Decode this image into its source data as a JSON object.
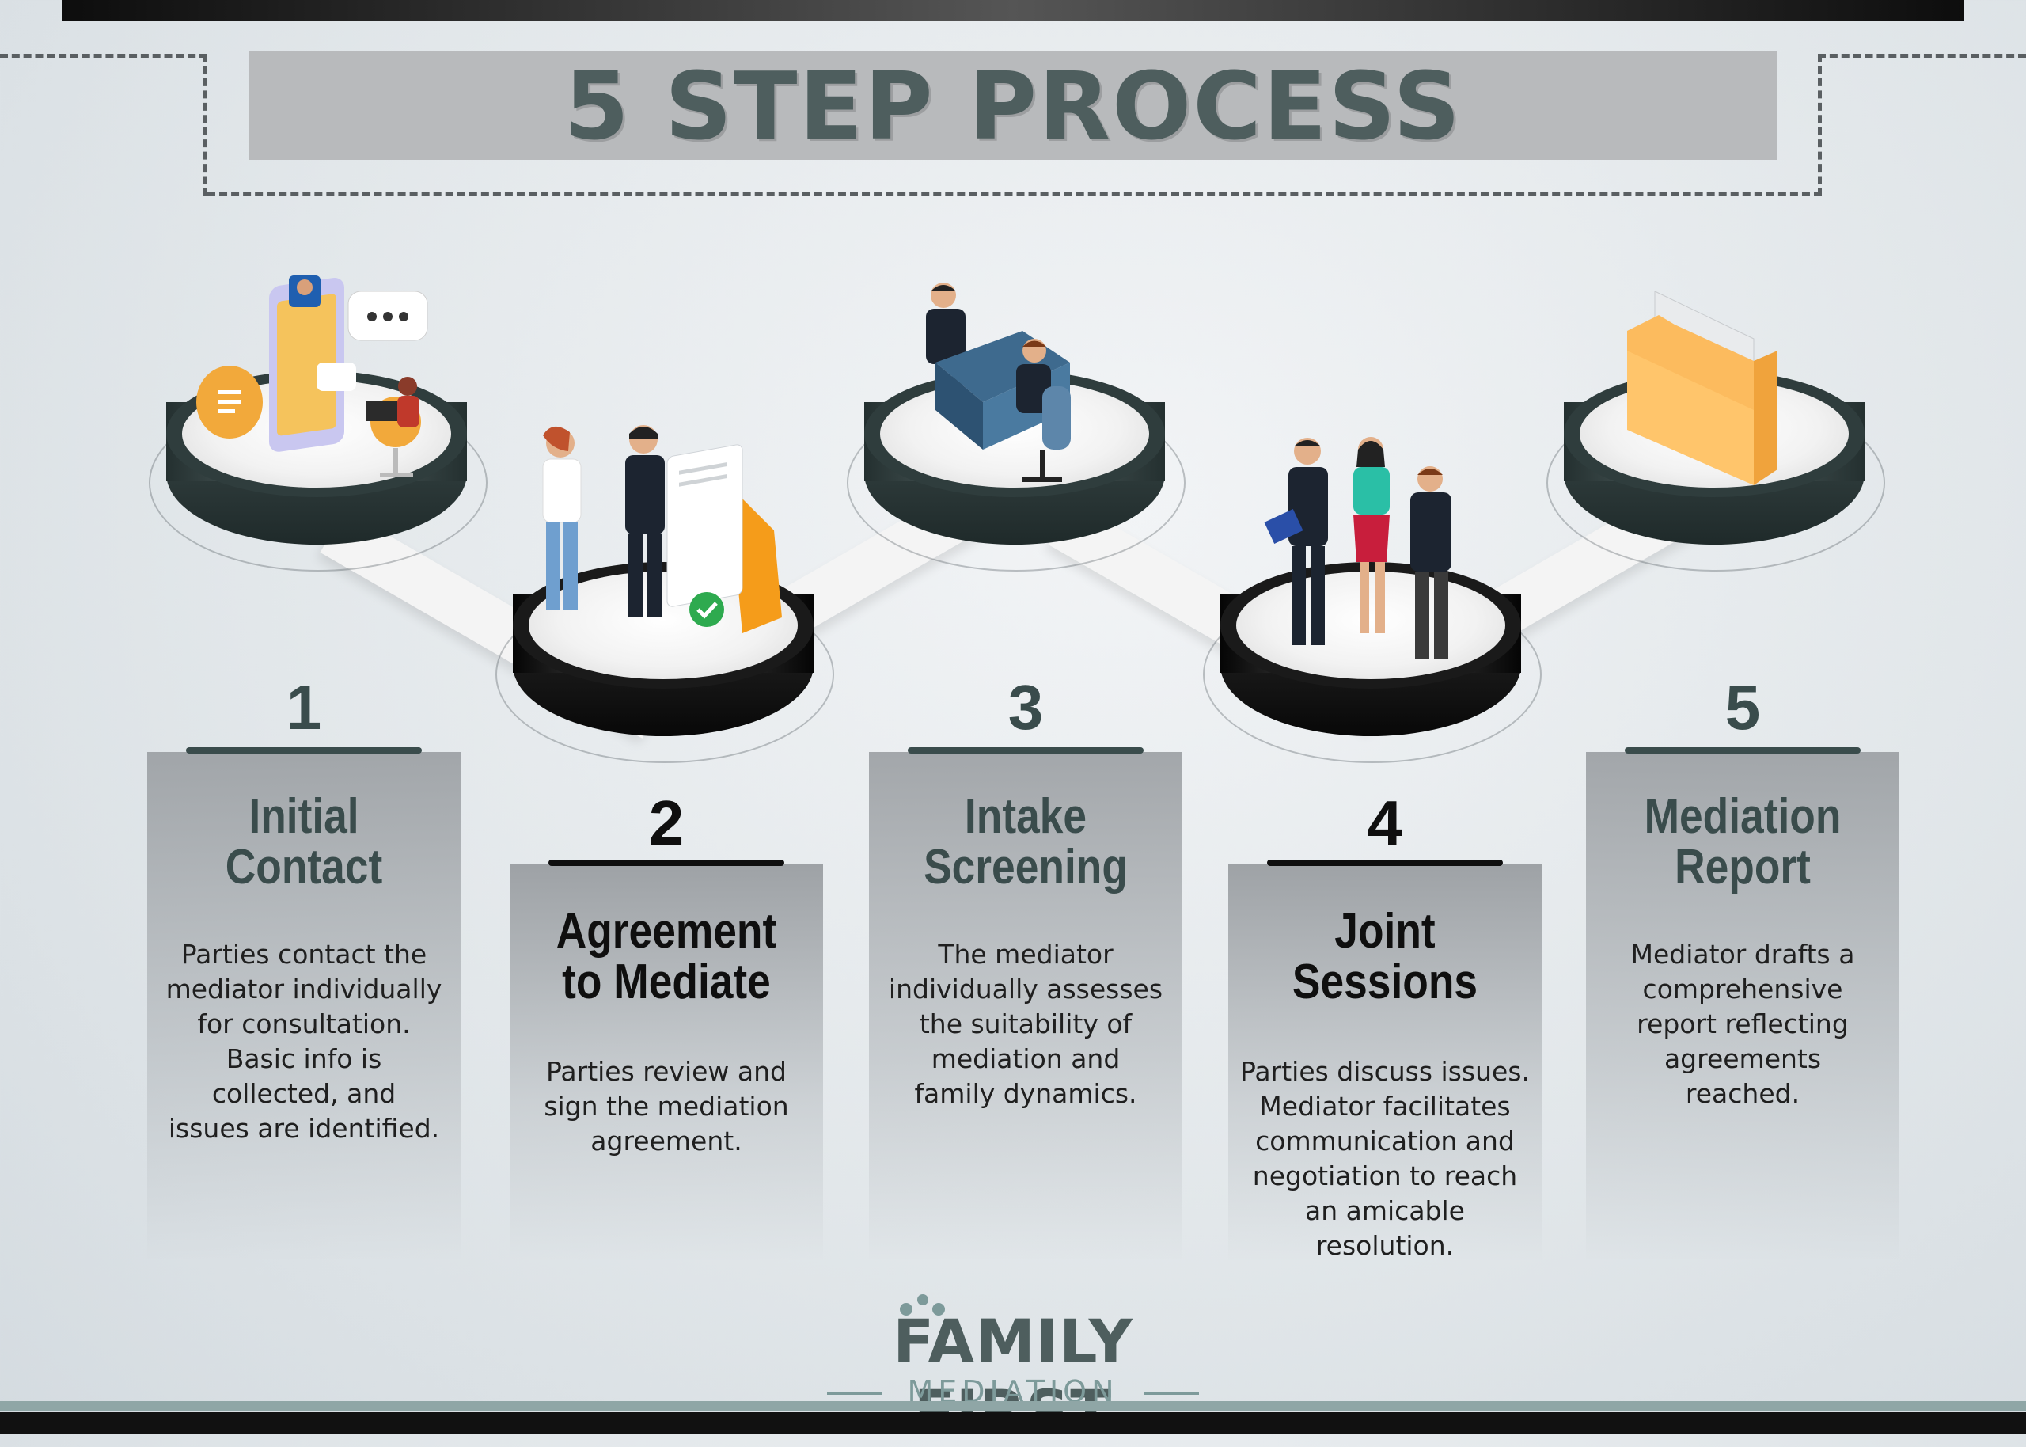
{
  "title": "5 STEP PROCESS",
  "steps": [
    {
      "number": "1",
      "title_line1": "Initial",
      "title_line2": "Contact",
      "description": "Parties contact the\nmediator individually\nfor consultation.\nBasic info is\ncollected, and\nissues are identified.",
      "illustration": "smartphone-chat-icon",
      "platform_color": "#2f3d3d"
    },
    {
      "number": "2",
      "title_line1": "Agreement",
      "title_line2": "to Mediate",
      "description": "Parties review and\nsign the mediation\nagreement.",
      "illustration": "signing-agreement-icon",
      "platform_color": "#1a1a1a"
    },
    {
      "number": "3",
      "title_line1": "Intake",
      "title_line2": "Screening",
      "description": "The mediator\nindividually assesses\nthe suitability of\nmediation and\nfamily dynamics.",
      "illustration": "desk-meeting-icon",
      "platform_color": "#2f3d3d"
    },
    {
      "number": "4",
      "title_line1": "Joint",
      "title_line2": "Sessions",
      "description": "Parties discuss issues.\nMediator facilitates\ncommunication and\nnegotiation to reach\nan amicable\nresolution.",
      "illustration": "group-discussion-icon",
      "platform_color": "#1a1a1a"
    },
    {
      "number": "5",
      "title_line1": "Mediation",
      "title_line2": "Report",
      "description": "Mediator drafts a\ncomprehensive\nreport reflecting\nagreements\nreached.",
      "illustration": "folder-report-icon",
      "platform_color": "#2f3d3d"
    }
  ],
  "logo": {
    "main": "FAMILY FIRST",
    "sub": "MEDIATION"
  },
  "colors": {
    "teal": "#3a4c4c",
    "black": "#0f0f0f",
    "accent": "#7d9a9a",
    "orange": "#f2a93b"
  }
}
